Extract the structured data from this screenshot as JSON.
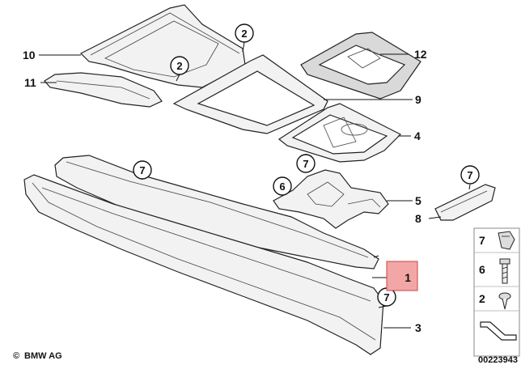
{
  "callouts": {
    "p1": "1",
    "p2a": "2",
    "p2b": "2",
    "p3": "3",
    "p4": "4",
    "p5": "5",
    "p6": "6",
    "p7a": "7",
    "p7b": "7",
    "p7c": "7",
    "p7d": "7",
    "p8": "8",
    "p9": "9",
    "p10": "10",
    "p11": "11",
    "p12": "12"
  },
  "side_panel": {
    "label_7": "7",
    "label_6": "6",
    "label_2": "2"
  },
  "footer": {
    "brand": "BMW AG",
    "copyright_symbol": "©",
    "diagram_number": "00223943"
  },
  "colors": {
    "highlight": "#f3a6a6",
    "line": "#222222"
  }
}
